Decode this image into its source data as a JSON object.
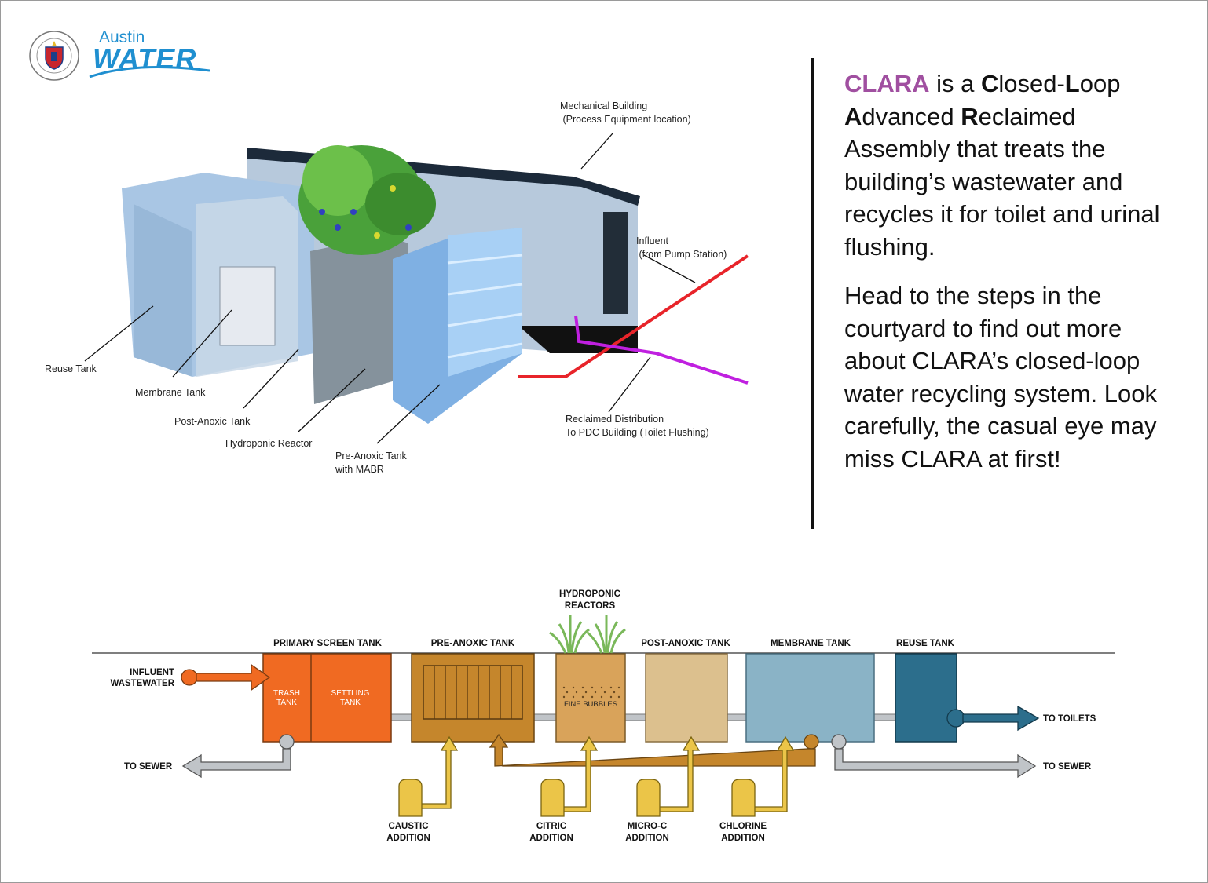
{
  "logo": {
    "seal_text": "CITY OF AUSTIN",
    "line1": "Austin",
    "line2": "WATER"
  },
  "info": {
    "p1_clara": "CLARA",
    "p1_is_a": " is a ",
    "p1_c": "C",
    "p1_losed": "losed-",
    "p1_l": "L",
    "p1_oop": "oop ",
    "p1_a": "A",
    "p1_dvanced": "dvanced ",
    "p1_r": "R",
    "p1_rest": "eclaimed Assembly that treats the building’s wastewater and recycles it for toilet and urinal flushing.",
    "p2": "Head to the steps in the courtyard to find out more about CLARA’s closed-loop water recycling system. Look carefully, the casual eye may miss CLARA at first!"
  },
  "model_labels": {
    "mechanical_1": "Mechanical Building",
    "mechanical_2": " (Process Equipment location)",
    "influent_1": "Influent",
    "influent_2": " (from Pump Station)",
    "reclaimed_1": "Reclaimed Distribution",
    "reclaimed_2": "To PDC Building (Toilet Flushing)",
    "reuse": "Reuse Tank",
    "membrane": "Membrane Tank",
    "post_anoxic": "Post-Anoxic Tank",
    "hydroponic": "Hydroponic Reactor",
    "pre_anoxic_1": "Pre-Anoxic Tank",
    "pre_anoxic_2": "with MABR"
  },
  "flow": {
    "influent_1": "INFLUENT",
    "influent_2": "WASTEWATER",
    "to_sewer_left": "TO SEWER",
    "to_sewer_right": "TO SEWER",
    "to_toilets": "TO TOILETS",
    "primary_screen": "PRIMARY SCREEN TANK",
    "trash_1": "TRASH",
    "trash_2": "TANK",
    "settling_1": "SETTLING",
    "settling_2": "TANK",
    "pre_anoxic": "PRE-ANOXIC TANK",
    "hydroponic_1": "HYDROPONIC",
    "hydroponic_2": "REACTORS",
    "fine_bubbles": "FINE BUBBLES",
    "post_anoxic": "POST-ANOXIC TANK",
    "membrane": "MEMBRANE TANK",
    "reuse": "REUSE TANK",
    "caustic_1": "CAUSTIC",
    "caustic_2": "ADDITION",
    "citric_1": "CITRIC",
    "citric_2": "ADDITION",
    "microc_1": "MICRO-C",
    "microc_2": "ADDITION",
    "chlorine_1": "CHLORINE",
    "chlorine_2": "ADDITION"
  },
  "colors": {
    "clara_purple": "#a04fa0",
    "austin_blue": "#1f8fd0",
    "orange": "#f06a22",
    "brown": "#c5862c",
    "hydro_tan": "#d9a35a",
    "post_tan": "#dcc08e",
    "membrane_blue": "#8ab3c6",
    "reuse_blue": "#2c6e8c",
    "chem_yellow": "#ebc548",
    "pipe_red": "#e8242a",
    "pipe_purple": "#c020e0"
  }
}
